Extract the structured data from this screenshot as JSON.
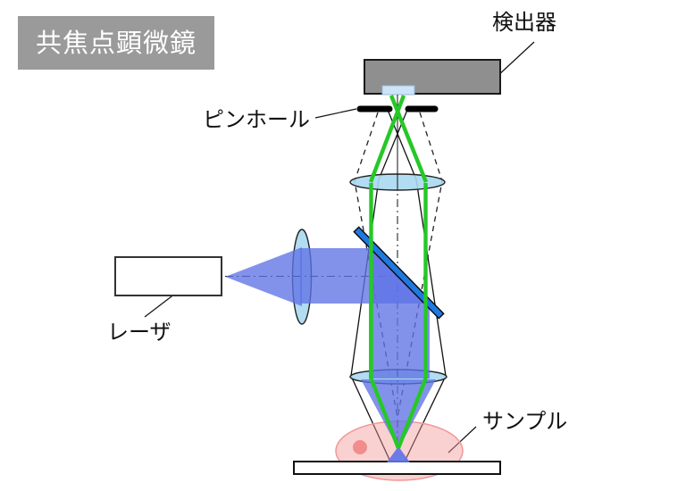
{
  "title": "共焦点顕微鏡",
  "labels": {
    "detector": "検出器",
    "pinhole": "ピンホール",
    "laser": "レーザ",
    "sample": "サンプル"
  },
  "colors": {
    "title_bg": "#9a9a9a",
    "detector_fill": "#8f8f8f",
    "sensor_fill": "#cfe4f8",
    "lens_fill": "#a8d8f0",
    "beam_fill": "#5f73e6",
    "mirror_fill": "#2079e0",
    "ray_green": "#26c826",
    "sample_fill": "#f59a9a",
    "nucleus_fill": "#ef8585"
  }
}
